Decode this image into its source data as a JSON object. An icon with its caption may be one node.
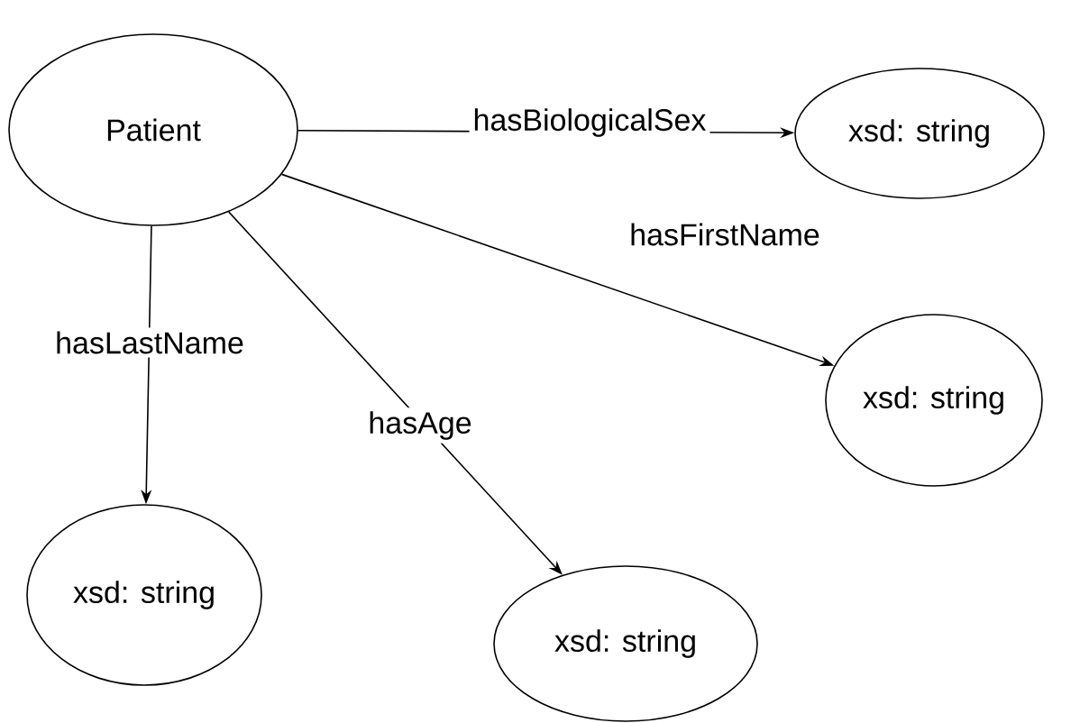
{
  "diagram": {
    "nodes": [
      {
        "text": [
          "Patient"
        ]
      },
      {
        "text": [
          "xsd: string"
        ]
      },
      {
        "text": [
          "xsd: string"
        ]
      },
      {
        "text": [
          "xsd: string"
        ]
      },
      {
        "text": [
          "xsd: string"
        ]
      }
    ],
    "edges": [
      {
        "from": 0,
        "to": 1,
        "arrow": "to",
        "label": "hasBiologicalSex"
      },
      {
        "from": 0,
        "to": 2,
        "arrow": "to",
        "label": "hasFirstName"
      },
      {
        "from": 0,
        "to": 3,
        "arrow": "to",
        "label": "hasLastName"
      },
      {
        "from": 0,
        "to": 4,
        "arrow": "to",
        "label": "hasAge"
      }
    ]
  }
}
